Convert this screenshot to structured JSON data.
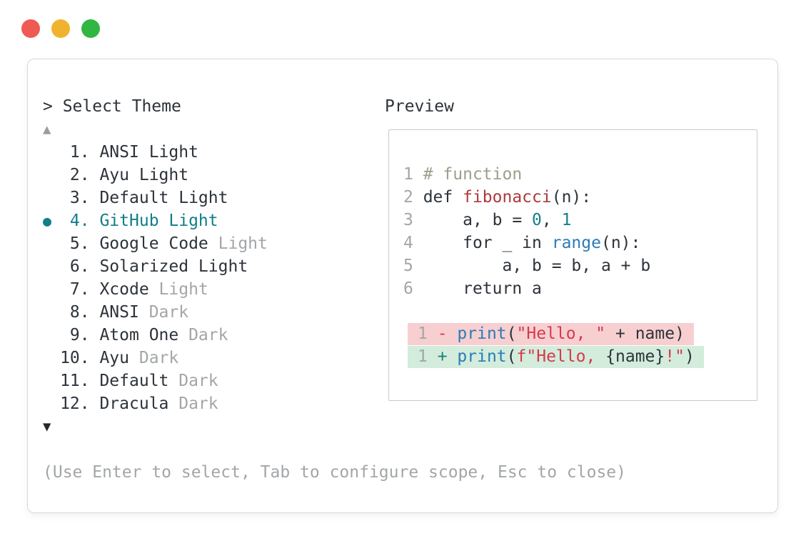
{
  "colors": {
    "text": "#2d333a",
    "gray": "#a3a6a8",
    "teal": "#117e88",
    "comment": "#99a18b",
    "func": "#ad3a3c",
    "number": "#177f8a",
    "blue": "#2b7cb8",
    "string": "#d63a4c",
    "minus": "#d63a4c",
    "plus": "#1b8274",
    "removed_bg": "#f7cfd1",
    "added_bg": "#d3ecdc",
    "traffic_red": "#ef5a52",
    "traffic_yellow": "#f0b32e",
    "traffic_green": "#32b643"
  },
  "header": {
    "prompt": ">",
    "title": "Select Theme",
    "preview_label": "Preview"
  },
  "theme_list": {
    "scroll_up_icon": "▲",
    "scroll_down_icon": "▼",
    "selected_bullet_icon": "●",
    "items": [
      {
        "number": "1.",
        "name": "ANSI Light",
        "suffix": "",
        "selected": false
      },
      {
        "number": "2.",
        "name": "Ayu Light",
        "suffix": "",
        "selected": false
      },
      {
        "number": "3.",
        "name": "Default Light",
        "suffix": "",
        "selected": false
      },
      {
        "number": "4.",
        "name": "GitHub Light",
        "suffix": "",
        "selected": true
      },
      {
        "number": "5.",
        "name": "Google Code",
        "suffix": "Light",
        "selected": false
      },
      {
        "number": "6.",
        "name": "Solarized Light",
        "suffix": "",
        "selected": false
      },
      {
        "number": "7.",
        "name": "Xcode",
        "suffix": "Light",
        "selected": false
      },
      {
        "number": "8.",
        "name": "ANSI",
        "suffix": "Dark",
        "selected": false
      },
      {
        "number": "9.",
        "name": "Atom One",
        "suffix": "Dark",
        "selected": false
      },
      {
        "number": "10.",
        "name": "Ayu",
        "suffix": "Dark",
        "selected": false
      },
      {
        "number": "11.",
        "name": "Default",
        "suffix": "Dark",
        "selected": false
      },
      {
        "number": "12.",
        "name": "Dracula",
        "suffix": "Dark",
        "selected": false
      }
    ]
  },
  "preview": {
    "code_lines": [
      {
        "num": "1",
        "segments": [
          {
            "c": "comment",
            "t": "# function"
          }
        ]
      },
      {
        "num": "2",
        "segments": [
          {
            "c": "text",
            "t": "def "
          },
          {
            "c": "func",
            "t": "fibonacci"
          },
          {
            "c": "text",
            "t": "(n):"
          }
        ]
      },
      {
        "num": "3",
        "segments": [
          {
            "c": "text",
            "t": "    a, b = "
          },
          {
            "c": "number",
            "t": "0"
          },
          {
            "c": "text",
            "t": ", "
          },
          {
            "c": "number",
            "t": "1"
          }
        ]
      },
      {
        "num": "4",
        "segments": [
          {
            "c": "text",
            "t": "    for _ in "
          },
          {
            "c": "blue",
            "t": "range"
          },
          {
            "c": "text",
            "t": "(n):"
          }
        ]
      },
      {
        "num": "5",
        "segments": [
          {
            "c": "text",
            "t": "        a, b = b, a + b"
          }
        ]
      },
      {
        "num": "6",
        "segments": [
          {
            "c": "text",
            "t": "    return a"
          }
        ]
      }
    ],
    "diff_lines": [
      {
        "num": "1",
        "marker": "-",
        "marker_color": "minus",
        "bg": "removed_bg",
        "kind": "removed",
        "segments": [
          {
            "c": "blue",
            "t": "print"
          },
          {
            "c": "text",
            "t": "("
          },
          {
            "c": "string",
            "t": "\"Hello, \""
          },
          {
            "c": "text",
            "t": " + name)"
          }
        ]
      },
      {
        "num": "1",
        "marker": "+",
        "marker_color": "plus",
        "bg": "added_bg",
        "kind": "added",
        "segments": [
          {
            "c": "blue",
            "t": "print"
          },
          {
            "c": "text",
            "t": "("
          },
          {
            "c": "string",
            "t": "f\"Hello, "
          },
          {
            "c": "text",
            "t": "{name}"
          },
          {
            "c": "string",
            "t": "!\""
          },
          {
            "c": "text",
            "t": ")"
          }
        ]
      }
    ]
  },
  "footer": {
    "help_text": "(Use Enter to select, Tab to configure scope, Esc to close)"
  }
}
